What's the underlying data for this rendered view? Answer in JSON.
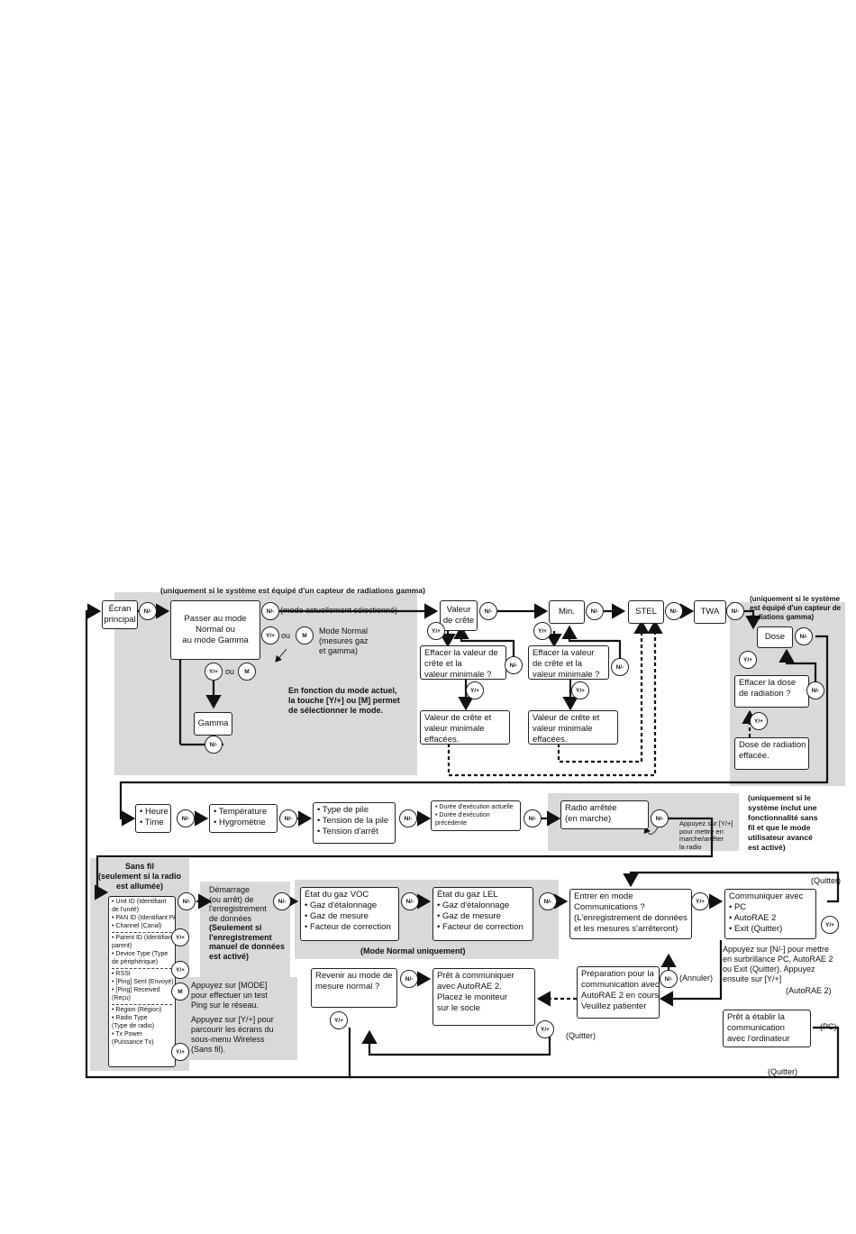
{
  "nodes": {
    "ecran": [
      "Écran",
      "principal"
    ],
    "passer": [
      "Passer au mode",
      "Normal ou",
      "au mode Gamma"
    ],
    "gamma": [
      "Gamma"
    ],
    "valeur_crete": [
      "Valeur",
      "de crête"
    ],
    "min": [
      "Min."
    ],
    "stel": [
      "STEL"
    ],
    "twa": [
      "TWA"
    ],
    "dose": [
      "Dose"
    ],
    "effacer_crete_1": [
      "Effacer la valeur de",
      "crête et la",
      "valeur minimale ?"
    ],
    "effacer_crete_2": [
      "Effacer la valeur",
      "de crête et la",
      "valeur minimale ?"
    ],
    "crete_effacees_1": [
      "Valeur de crête et",
      "valeur minimale",
      "effacées."
    ],
    "crete_effacees_2": [
      "Valeur de crête et",
      "valeur minimale",
      "effacées."
    ],
    "effacer_dose": [
      "Effacer la dose",
      "de radiation ?"
    ],
    "dose_effacee": [
      "Dose de radiation",
      "effacée."
    ],
    "heure": [
      "• Heure",
      "• Time"
    ],
    "temperature": [
      "• Température",
      "• Hygrométrie"
    ],
    "pile": [
      "• Type de pile",
      "• Tension de la pile",
      "• Tension d'arrêt"
    ],
    "duree": [
      "• Durée d'exécution actuelle",
      "• Durée d'exécution",
      "précédente"
    ],
    "radio": [
      "Radio arrêtée",
      "(en marche)"
    ],
    "wireless_list_1": [
      "• Unit ID (Identifiant",
      "de l'unité)",
      "• PAN ID (Identifiant PAN)",
      "• Channel (Canal)"
    ],
    "wireless_list_2": [
      "• Parent ID (Identifiant",
      "parent)",
      "• Device Type (Type",
      "de périphérique)"
    ],
    "wireless_list_3": [
      "• RSSI",
      "• [Ping] Sent (Envoyé)",
      "• [Ping] Received",
      "(Reçu)"
    ],
    "wireless_list_4": [
      "• Region (Région)",
      "• Radio Type",
      "(Type de radio)",
      "• Tx Power",
      "(Puissance Tx)"
    ],
    "voc": [
      "État du gaz VOC",
      "• Gaz d'étalonnage",
      "• Gaz de mesure",
      "• Facteur de correction"
    ],
    "lel": [
      "État du gaz LEL",
      "• Gaz d'étalonnage",
      "• Gaz de mesure",
      "• Facteur de correction"
    ],
    "entrer_comm": [
      "Entrer en mode",
      "Communications ?",
      "(L'enregistrement de données",
      "et les mesures s'arrêteront)"
    ],
    "communiquer": [
      "Communiquer avec",
      "• PC",
      "• AutoRAE 2",
      "• Exit (Quitter)"
    ],
    "revenir": [
      "Revenir au mode de",
      "mesure normal ?"
    ],
    "pret_autorae": [
      "Prêt à communiquer",
      "avec AutoRAE 2.",
      "Placez le moniteur",
      "sur le socle"
    ],
    "preparation": [
      "Préparation pour la",
      "communication avec",
      "AutoRAE 2 en cours",
      "Veuillez patienter"
    ],
    "pret_pc": [
      "Prêt à établir la",
      "communication",
      "avec l'ordinateur"
    ]
  },
  "labels": {
    "gamma_top": "(uniquement si le système est équipé d'un capteur de radiations gamma)",
    "mode_actuel": "(mode actuellement sélectionné)",
    "ou1": "ou",
    "ou2": "ou",
    "mode_normal": [
      "Mode Normal",
      "(mesures gaz",
      "et gamma)"
    ],
    "en_fonction": [
      "En fonction du mode actuel,",
      "la touche [Y/+] ou [M] permet",
      "de sélectionner le mode."
    ],
    "dose_only": [
      "(uniquement si le système",
      "est équipé d'un capteur de",
      "radiations gamma)"
    ],
    "wireless_adv": [
      "(uniquement si le",
      "système inclut une",
      "fonctionnalité sans",
      "fil et que le mode",
      "utilisateur avancé",
      "est activé)"
    ],
    "appuyez_radio": [
      "Appuyez sur [Y/+]",
      "pour mettre en",
      "marche/arrêter",
      "la radio"
    ],
    "sans_fil": [
      "Sans fil",
      "(seulement si la radio",
      "est allumée)"
    ],
    "demarrage": [
      "Démarrage",
      "(ou arrêt) de",
      "l'enregistrement",
      "de données"
    ],
    "demarrage_bold": [
      "(Seulement si",
      "l'enregistrement",
      "manuel de données",
      "est activé)"
    ],
    "mode_normal_only": "(Mode Normal uniquement)",
    "appuyez_mode": [
      "Appuyez sur [MODE]",
      "pour effectuer un test",
      "Ping sur le réseau."
    ],
    "appuyez_y": [
      "Appuyez sur [Y/+] pour",
      "parcourir les écrans du",
      "sous-menu Wireless",
      "(Sans fil)."
    ],
    "appuyez_n": [
      "Appuyez sur [N/-] pour mettre",
      "en surbrillance PC, AutoRAE 2",
      "ou Exit (Quitter). Appuyez",
      "ensuite sur [Y/+]"
    ],
    "quitter_top": "(Quitter)",
    "annuler": "(Annuler)",
    "autorae2": "(AutoRAE 2)",
    "quitter_mid": "(Quitter)",
    "pc": "(PC)",
    "quitter_bottom": "(Quitter)"
  },
  "buttons": {
    "n": "N/-",
    "y": "Y/+",
    "m": "M"
  }
}
